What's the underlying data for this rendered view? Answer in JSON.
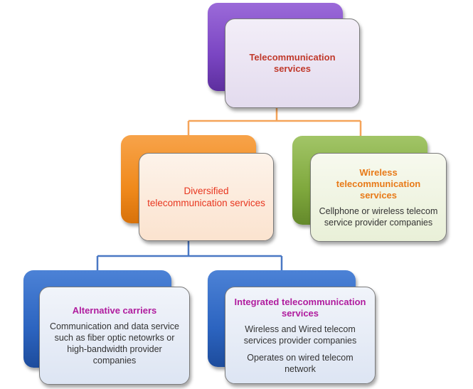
{
  "colors": {
    "root_accent": "#7a45c2",
    "diversified_accent": "#f08a1c",
    "wireless_accent": "#7fa83d",
    "leaf_accent": "#2c64c0",
    "root_title": "#c0392b",
    "diversified_title": "#e8361f",
    "wireless_title": "#e87a18",
    "leaf_title": "#b01c9e",
    "connector_top": "#f5a45a",
    "connector_mid": "#4a78c4"
  },
  "nodes": {
    "root": {
      "title": "Telecommunication services"
    },
    "diversified": {
      "title": "Diversified telecommunication services"
    },
    "wireless": {
      "title": "Wireless telecommunication services",
      "desc": "Cellphone or wireless telecom service provider companies"
    },
    "alternative": {
      "title": "Alternative carriers",
      "desc": "Communication and data service  such as fiber optic netowrks or high-bandwidth provider companies"
    },
    "integrated": {
      "title": "Integrated telecommunication services",
      "desc1": "Wireless and Wired telecom services provider companies",
      "desc2": "Operates on wired telecom network"
    }
  }
}
